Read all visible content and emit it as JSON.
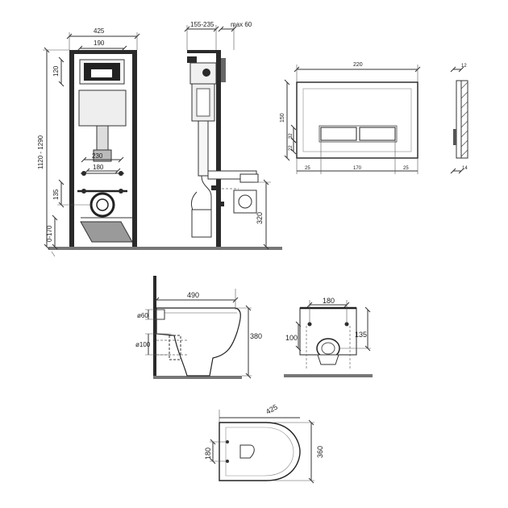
{
  "frame_view": {
    "width": "425",
    "button_width": "190",
    "height": "1120 - 1290",
    "top_offset": "120",
    "bolt_spacing_outer": "230",
    "bolt_spacing_inner": "180",
    "outlet_height": "135",
    "leg_adjust": "0-170"
  },
  "side_view": {
    "depth": "155-235",
    "max_depth": "max 60",
    "drain_height": "320"
  },
  "flush_plate": {
    "width": "220",
    "height": "150",
    "button_height": "32",
    "button_offset": "22",
    "margin_left": "25",
    "button_span": "170",
    "margin_right": "25",
    "thickness": "12",
    "projection": "14"
  },
  "toilet_side": {
    "length": "490",
    "height": "380",
    "inlet_diameter": "ø60",
    "outlet_diameter": "ø100"
  },
  "toilet_rear": {
    "bolt_spacing": "180",
    "inlet_height": "135",
    "outlet_height": "100"
  },
  "toilet_top": {
    "width": "425",
    "length": "360",
    "bolt_spacing": "180"
  }
}
